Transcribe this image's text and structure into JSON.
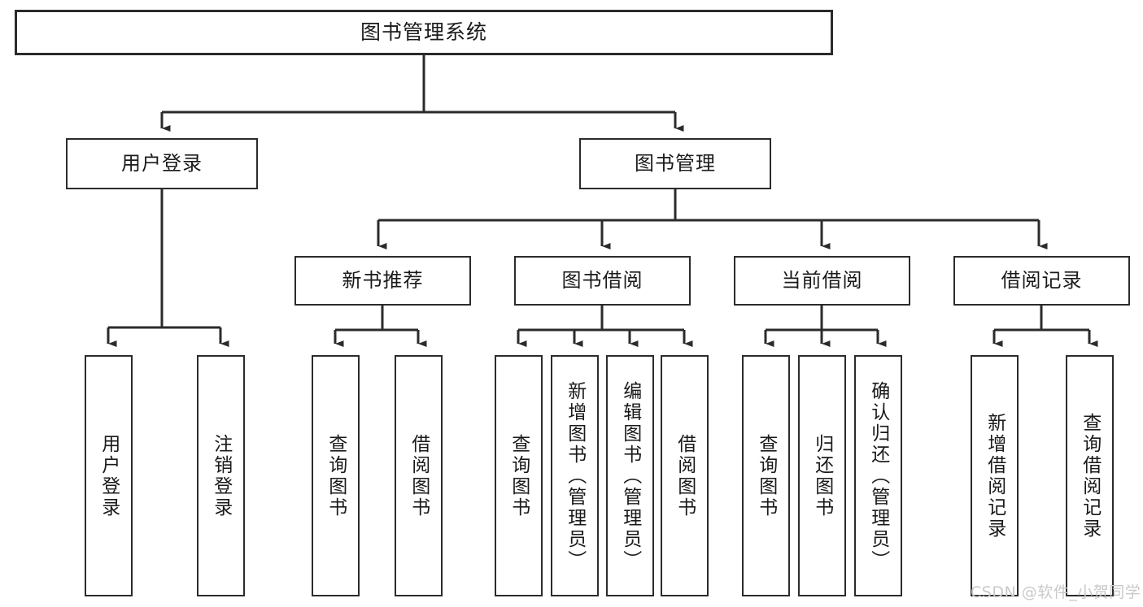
{
  "diagram": {
    "title": "图书管理系统",
    "type": "tree-hierarchy",
    "watermark": "CSDN @软件_小贺同学",
    "line_color": "#2b2b2b",
    "box_fill": "#ffffff",
    "text_color": "#1a1a1a",
    "watermark_color": "#c9c9c9"
  },
  "nodes": {
    "root": {
      "label": "图书管理系统",
      "level": 1
    },
    "level2": [
      {
        "id": "user-login",
        "label": "用户登录"
      },
      {
        "id": "book-manage",
        "label": "图书管理"
      }
    ],
    "level3": [
      {
        "id": "new-book-recommend",
        "label": "新书推荐",
        "parent": "book-manage"
      },
      {
        "id": "book-borrow",
        "label": "图书借阅",
        "parent": "book-manage"
      },
      {
        "id": "current-borrow",
        "label": "当前借阅",
        "parent": "book-manage"
      },
      {
        "id": "borrow-record",
        "label": "借阅记录",
        "parent": "book-manage"
      }
    ],
    "leaves": [
      {
        "id": "leaf-user-login",
        "label": "用户登录",
        "parent": "user-login"
      },
      {
        "id": "leaf-logout-login",
        "label": "注销登录",
        "parent": "user-login"
      },
      {
        "id": "leaf-query-book-1",
        "label": "查询图书",
        "parent": "new-book-recommend"
      },
      {
        "id": "leaf-borrow-book-1",
        "label": "借阅图书",
        "parent": "new-book-recommend"
      },
      {
        "id": "leaf-query-book-2",
        "label": "查询图书",
        "parent": "book-borrow"
      },
      {
        "id": "leaf-add-book",
        "label": "新增图书（管理员）",
        "parent": "book-borrow"
      },
      {
        "id": "leaf-edit-book",
        "label": "编辑图书（管理员）",
        "parent": "book-borrow"
      },
      {
        "id": "leaf-borrow-book-2",
        "label": "借阅图书",
        "parent": "book-borrow"
      },
      {
        "id": "leaf-query-book-3",
        "label": "查询图书",
        "parent": "current-borrow"
      },
      {
        "id": "leaf-return-book",
        "label": "归还图书",
        "parent": "current-borrow"
      },
      {
        "id": "leaf-confirm-return",
        "label": "确认归还（管理员）",
        "parent": "current-borrow"
      },
      {
        "id": "leaf-add-record",
        "label": "新增借阅记录",
        "parent": "borrow-record"
      },
      {
        "id": "leaf-query-record",
        "label": "查询借阅记录",
        "parent": "borrow-record"
      }
    ]
  }
}
